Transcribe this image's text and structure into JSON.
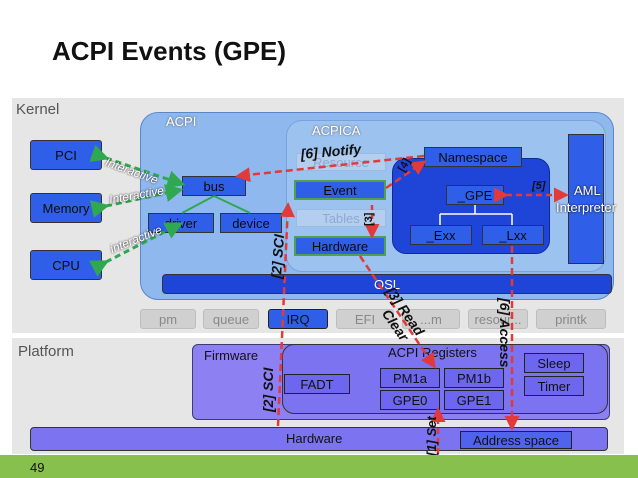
{
  "title": "ACPI Events (GPE)",
  "kernel": {
    "label": "Kernel",
    "devices": [
      "PCI",
      "Memory",
      "CPU"
    ],
    "interactive": [
      "Interactive",
      "Interactive",
      "interactive"
    ],
    "acpi_label": "ACPI",
    "acpica_label": "ACPICA",
    "bus": "bus",
    "driver": "driver",
    "device": "device",
    "resource": "Resource",
    "event": "Event",
    "tables": "Tables",
    "hardware": "Hardware",
    "namespace": "Namespace",
    "gpe": "_GPE",
    "exx": "_Exx",
    "lxx": "_Lxx",
    "aml": [
      "AML",
      "Interpreter"
    ],
    "osl": "OSL",
    "tabs": [
      "pm",
      "queue",
      "IRQ",
      "EFI",
      "...m",
      "resour...",
      "printk"
    ]
  },
  "platform": {
    "label": "Platform",
    "firmware": "Firmware",
    "acpi_registers": "ACPI Registers",
    "fadt": "FADT",
    "pm1a": "PM1a",
    "pm1b": "PM1b",
    "gpe0": "GPE0",
    "gpe1": "GPE1",
    "sleep": "Sleep",
    "timer": "Timer",
    "hardware": "Hardware",
    "address_space": "Address space"
  },
  "steps": {
    "set": "[1] Set",
    "sci_top": "[2] SCI",
    "sci_bottom": "[2] SCI",
    "read_clear": [
      "[3] Read",
      "Clear"
    ],
    "tables_step": "[3]",
    "namespace_step": "[4]",
    "aml_step": "[5]",
    "notify": "[6] Notify",
    "access": "[6] Access"
  },
  "colors": {
    "arrow_red": "#e23a3a",
    "arrow_green": "#2fa84f",
    "footer_green": "#88c04d"
  },
  "page_number": "49"
}
